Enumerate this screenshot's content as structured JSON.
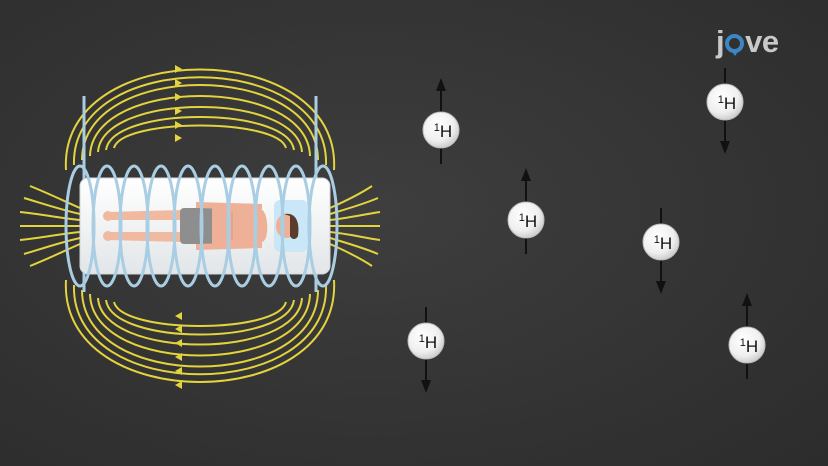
{
  "logo": {
    "text_j": "j",
    "text_ve": "ve",
    "brand_color": "#3b86c4"
  },
  "colors": {
    "background": "#353535",
    "field_lines": "#e3d33c",
    "coil": "#a9cde3",
    "particle_fill": "#f3f3f3",
    "arrow": "#111111"
  },
  "particles": [
    {
      "sup": "1",
      "sym": "H",
      "spin": "up"
    },
    {
      "sup": "1",
      "sym": "H",
      "spin": "down"
    },
    {
      "sup": "1",
      "sym": "H",
      "spin": "up"
    },
    {
      "sup": "1",
      "sym": "H",
      "spin": "down"
    },
    {
      "sup": "1",
      "sym": "H",
      "spin": "down"
    },
    {
      "sup": "1",
      "sym": "H",
      "spin": "up"
    }
  ]
}
